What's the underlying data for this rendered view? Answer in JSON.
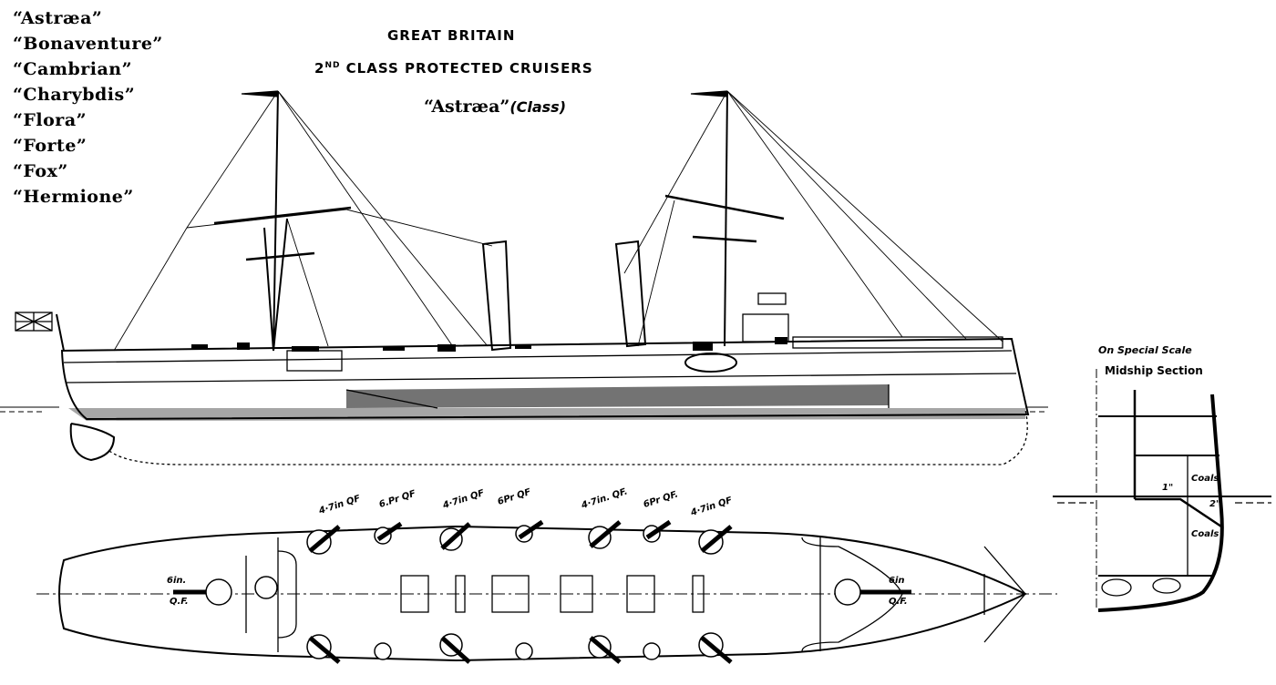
{
  "ship_names": [
    "“Astræa”",
    "“Bonaventure”",
    "“Cambrian”",
    "“Charybdis”",
    "“Flora”",
    "“Forte”",
    "“Fox”",
    "“Hermione”"
  ],
  "header": {
    "country": "GREAT BRITAIN",
    "class_prefix": "2",
    "class_sup": "ND",
    "class_type": " CLASS PROTECTED CRUISERS",
    "class_name": "“Astræa”",
    "class_suffix": "(Class)"
  },
  "plan_labels": {
    "gun_47a": "4·7in QF",
    "gun_6pa": "6.Pr QF",
    "gun_47b": "4·7in QF",
    "gun_6pb": "6Pr QF",
    "gun_47c": "4·7in. QF.",
    "gun_6pc": "6Pr QF.",
    "gun_47d": "4·7in QF",
    "bow_gun_size": "6in.",
    "bow_gun_type": "Q.F.",
    "stern_gun_size": "6in",
    "stern_gun_type": "Q.F."
  },
  "midship": {
    "scale_note": "On Special Scale",
    "title": "Midship Section",
    "coals_upper": "Coals",
    "coals_lower": "Coals",
    "deck_thickness": "1\"",
    "slope_thickness": "2\""
  }
}
